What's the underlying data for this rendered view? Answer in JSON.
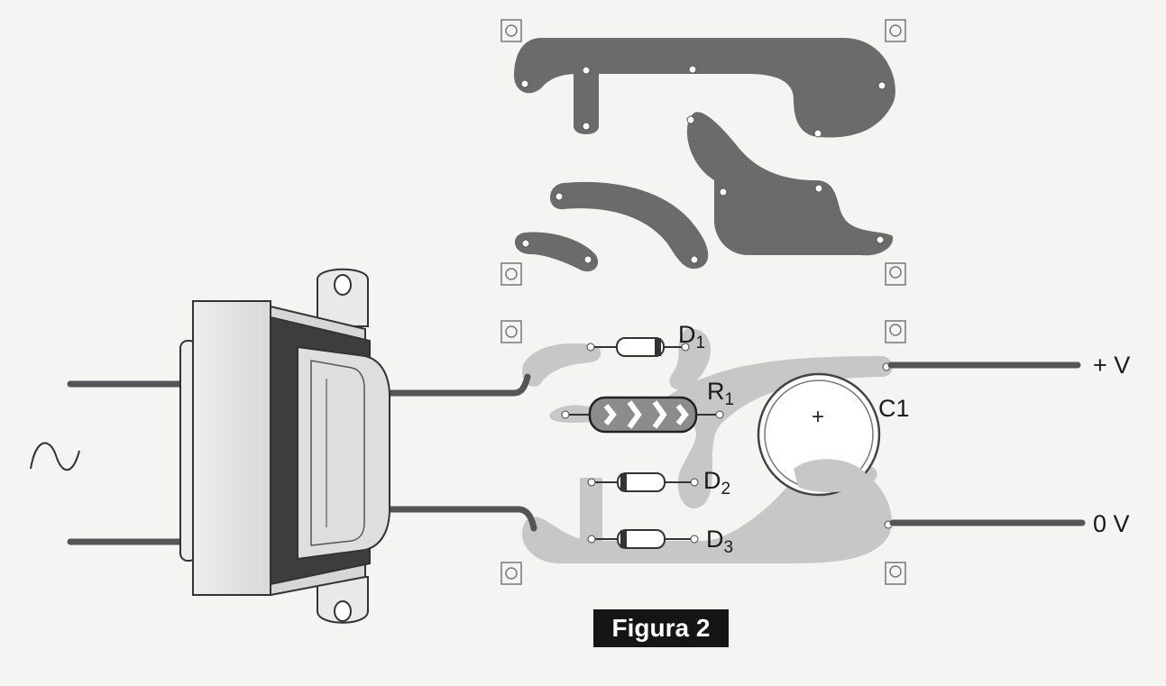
{
  "caption": "Figura 2",
  "labels": {
    "d1": {
      "main": "D",
      "sub": "1"
    },
    "r1": {
      "main": "R",
      "sub": "1"
    },
    "c1": "C1",
    "d2": {
      "main": "D",
      "sub": "2"
    },
    "d3": {
      "main": "D",
      "sub": "3"
    },
    "plus_v": "+ V",
    "zero_v": "0 V",
    "ac_symbol": "~",
    "cap_plus": "+"
  },
  "colors": {
    "copper_top": "#6b6b6b",
    "copper_bottom": "#c7c7c7",
    "wire": "#555555",
    "background": "#f4f4f2"
  }
}
